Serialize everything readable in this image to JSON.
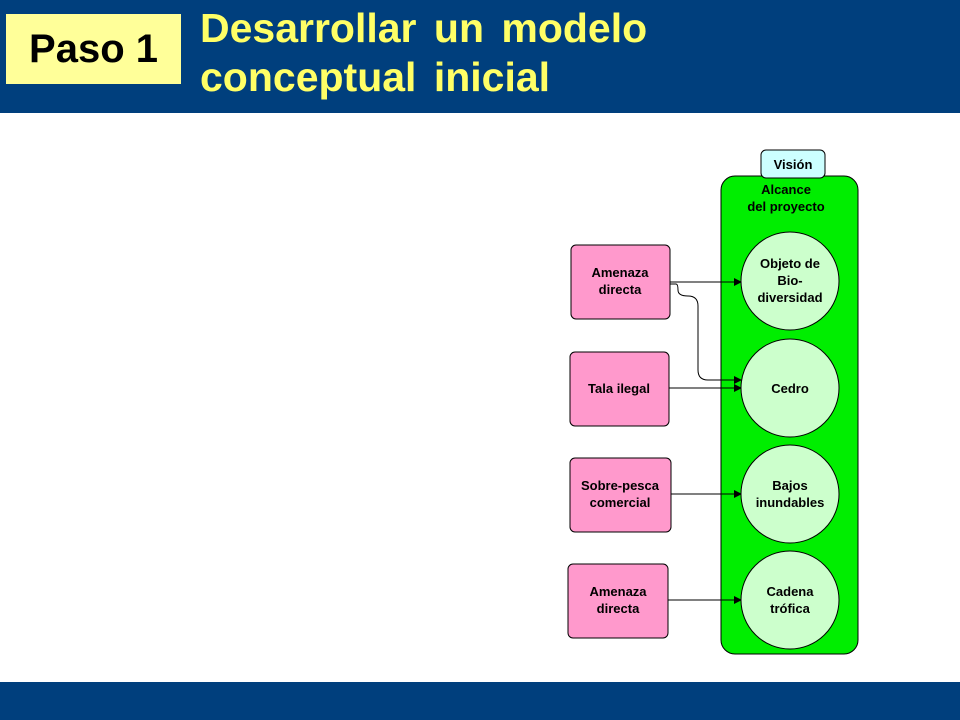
{
  "header": {
    "step_label": "Paso 1",
    "title_line1": "Desarrollar un modelo",
    "title_line2": "conceptual inicial"
  },
  "diagram": {
    "vision_label": "Visión",
    "scope_label_line1": "Alcance",
    "scope_label_line2": "del proyecto",
    "threats": [
      {
        "lines": [
          "Amenaza",
          "directa"
        ]
      },
      {
        "lines": [
          "Tala ilegal"
        ]
      },
      {
        "lines": [
          "Sobre-pesca",
          "comercial"
        ]
      },
      {
        "lines": [
          "Amenaza",
          "directa"
        ]
      }
    ],
    "targets": [
      {
        "lines": [
          "Objeto de",
          "Bio-",
          "diversidad"
        ]
      },
      {
        "lines": [
          "Cedro"
        ]
      },
      {
        "lines": [
          "Bajos",
          "inundables"
        ]
      },
      {
        "lines": [
          "Cadena",
          "trófica"
        ]
      }
    ]
  },
  "colors": {
    "header_bg": "#003f7d",
    "step_box": "#ffff99",
    "title_text": "#ffff66",
    "scope_green": "#00ee00",
    "target_fill": "#ccffcc",
    "threat_fill": "#ff99cc",
    "vision_fill": "#ccffff"
  }
}
